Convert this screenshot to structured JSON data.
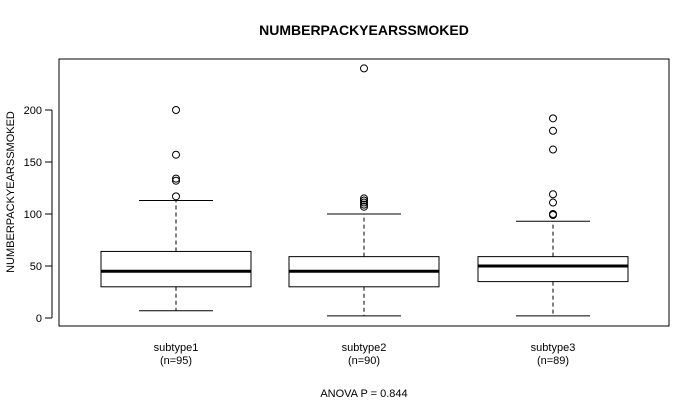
{
  "chart_data": {
    "type": "boxplot",
    "title": "NUMBERPACKYEARSSMOKED",
    "ylabel": "NUMBERPACKYEARSSMOKED",
    "xlabel": "",
    "ylim": [
      -7,
      250
    ],
    "yticks": [
      0,
      50,
      100,
      150,
      200
    ],
    "grid": false,
    "footnote": "ANOVA P = 0.844",
    "groups": [
      {
        "name": "subtype1",
        "n_label": "(n=95)",
        "whisker_low": 7,
        "q1": 30,
        "median": 45,
        "q3": 64,
        "whisker_high": 113,
        "outliers": [
          117,
          132,
          134,
          157,
          200
        ]
      },
      {
        "name": "subtype2",
        "n_label": "(n=90)",
        "whisker_low": 2,
        "q1": 30,
        "median": 45,
        "q3": 59,
        "whisker_high": 100,
        "outliers": [
          107,
          109,
          111,
          113,
          115,
          240
        ]
      },
      {
        "name": "subtype3",
        "n_label": "(n=89)",
        "whisker_low": 2,
        "q1": 35,
        "median": 50,
        "q3": 59,
        "whisker_high": 93,
        "outliers": [
          99,
          100,
          111,
          119,
          162,
          180,
          192
        ]
      }
    ]
  }
}
